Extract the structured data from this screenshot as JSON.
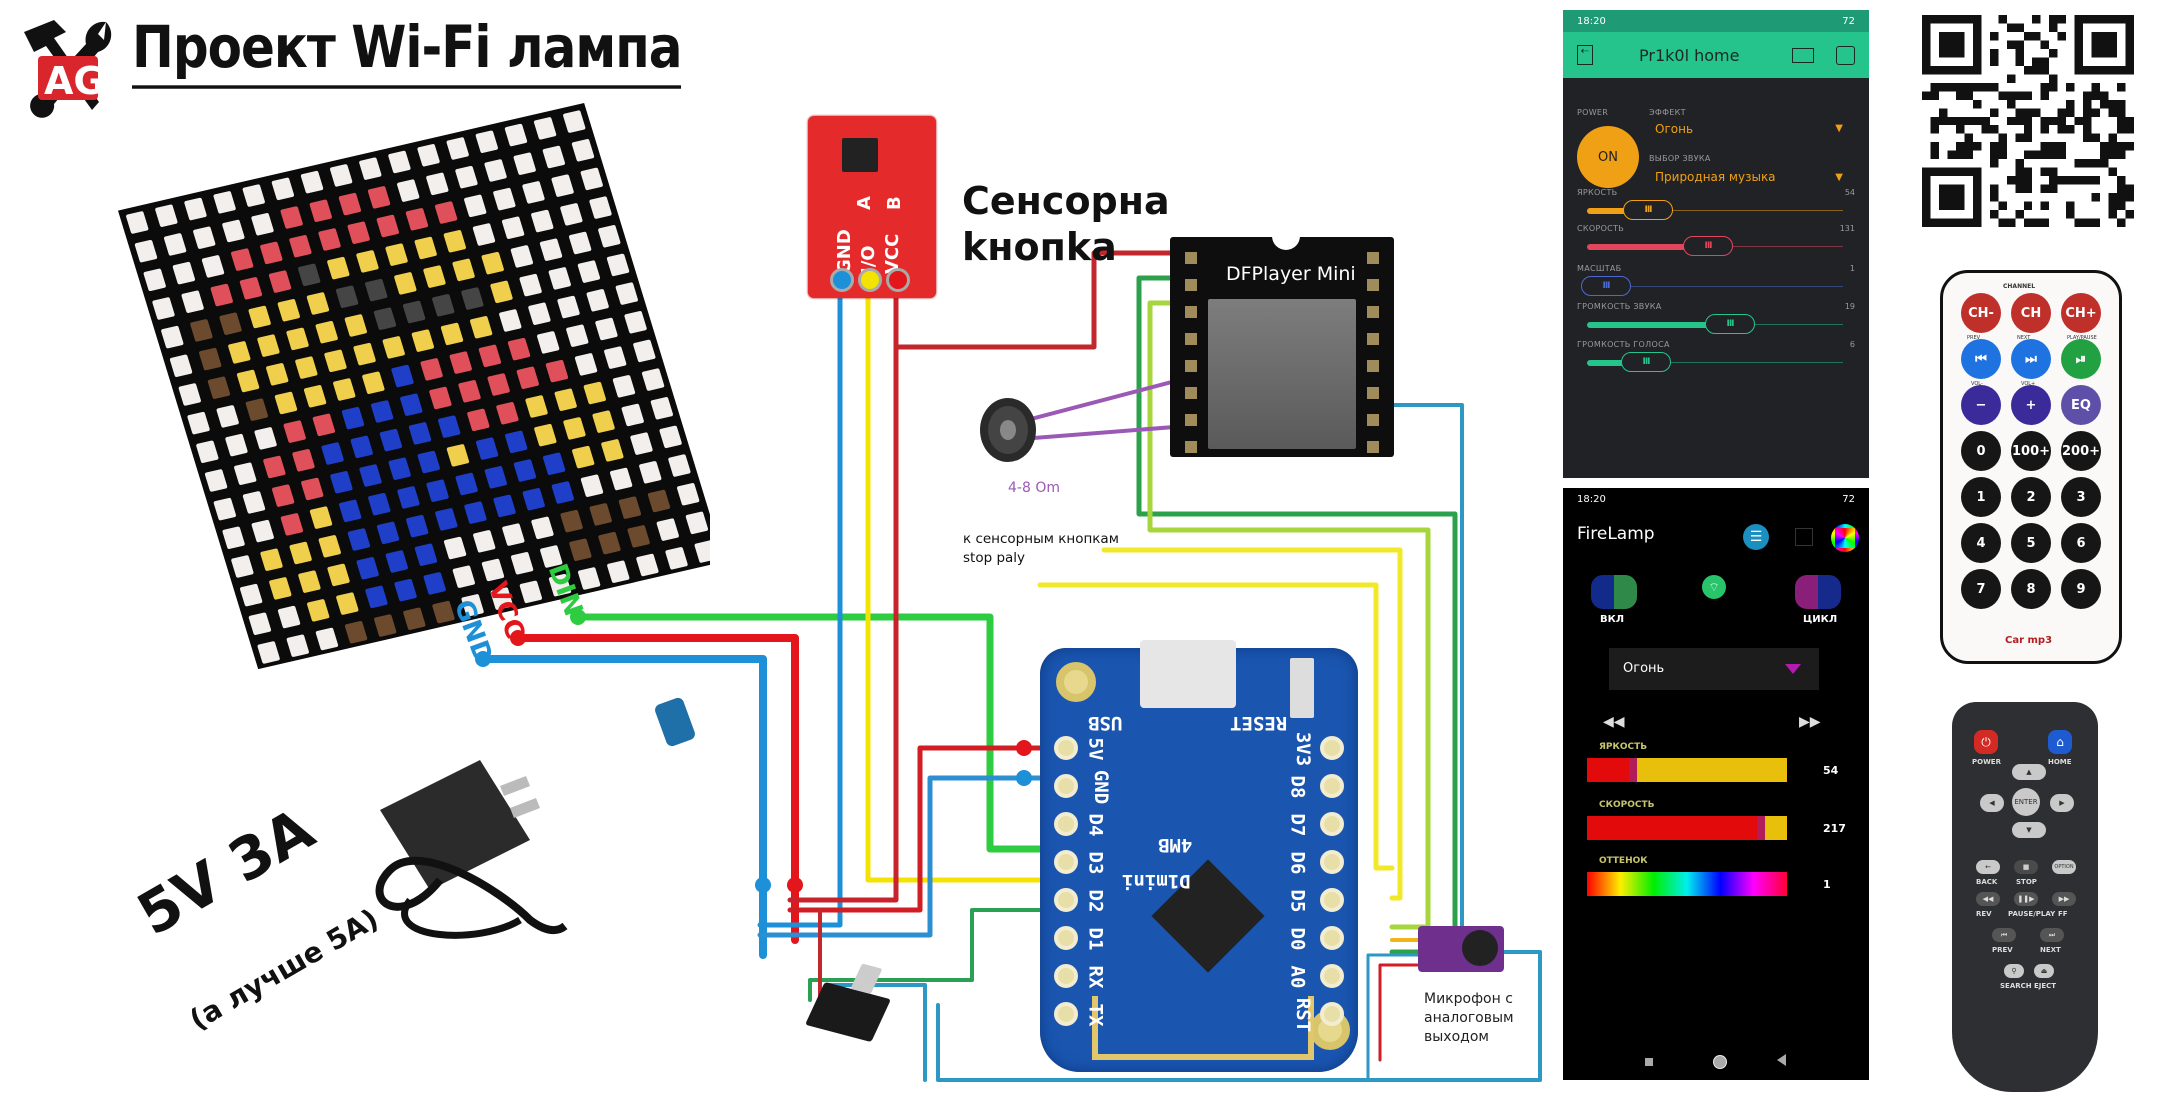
{
  "title": "Проект Wi-Fi лампа",
  "logo_text": "AG",
  "led_matrix": {
    "pins": [
      {
        "label": "DIN",
        "color": "#2ecc40"
      },
      {
        "label": "VCC",
        "color": "#e3161b"
      },
      {
        "label": "GND",
        "color": "#1e90d8"
      }
    ],
    "palette": {
      "w": "#f2efec",
      "r": "#e0505a",
      "y": "#f0cf4c",
      "b": "#1f3fc9",
      "n": "#6b4a2e",
      "k": "#454545"
    },
    "pattern": [
      "wwwwwwwwwwwwwwww",
      "wwwwwrrrrwwwwwww",
      "wwwrrrrrrrrwwwww",
      "wwrrrkyyyyywwwww",
      "wnnyyykkyyyywwww",
      "wnyyyyykkkkywwww",
      "wnyyyyyyyyywwwww",
      "wwnyyyybrrrrwwww",
      "wwwrrbbbrrrrrwww",
      "wwrrbbbbbrryyyww",
      "wwrrbbbbybbyyyww",
      "wwrybbbbbbbbyyww",
      "wyyybbbbbbbbwwww",
      "wyyybbbwwwwnnnnw",
      "wwyybbbwwwwnnnww",
      "wwwnnnnwwwwwwwww"
    ]
  },
  "touch_module": {
    "title_line1": "Сенсорна",
    "title_line2": "kнопka",
    "pins": [
      "GND",
      "I/O",
      "VCC"
    ],
    "jumpers": [
      "A",
      "B"
    ]
  },
  "dfplayer": {
    "label": "DFPlayer Mini"
  },
  "speaker": {
    "label": "4-8 Om"
  },
  "note": {
    "line1": "к сенсорным кнопкам",
    "line2": "stop paly"
  },
  "wemos": {
    "board_label": "D1mini",
    "flash_label": "4MB",
    "usb_label": "USB",
    "reset_label": "RESET",
    "left_pins": [
      "5V",
      "GND",
      "D4",
      "D3",
      "D2",
      "D1",
      "RX",
      "TX"
    ],
    "right_pins": [
      "3V3",
      "D8",
      "D7",
      "D6",
      "D5",
      "D0",
      "A0",
      "RST"
    ]
  },
  "microphone": {
    "line1": "Микрофон с",
    "line2": "аналоговым",
    "line3": "выходом"
  },
  "power": {
    "main": "5V 3A",
    "sub": "(а лучше 5A)"
  },
  "blynk_app": {
    "status_time": "18:20",
    "battery": "72",
    "title": "Pr1k0l home",
    "power_label": "POWER",
    "power_button": "ON",
    "effect_label": "ЭФФЕКТ",
    "effect_value": "Огонь",
    "sound_label": "ВЫБОР ЗВУКА",
    "sound_value": "Природная музыка",
    "sliders": [
      {
        "label": "ЯРКОСТЬ",
        "value": "54",
        "fraction": 0.21,
        "color": "#f0a014"
      },
      {
        "label": "СКОРОСТЬ",
        "value": "131",
        "fraction": 0.51,
        "color": "#e0475d"
      },
      {
        "label": "МАСШТАБ",
        "value": "1",
        "fraction": 0.0,
        "color": "#4a6ad0"
      },
      {
        "label": "ГРОМКОСТЬ ЗВУКА",
        "value": "19",
        "fraction": 0.62,
        "color": "#25c48b"
      },
      {
        "label": "ГРОМКОСТЬ ГОЛОСА",
        "value": "6",
        "fraction": 0.2,
        "color": "#25c48b"
      }
    ]
  },
  "firelamp_app": {
    "status_time": "18:20",
    "battery": "72",
    "title": "FireLamp",
    "toggle_on_label": "ВКЛ",
    "toggle_cycle_label": "ЦИКЛ",
    "effect_value": "Огонь",
    "bars": [
      {
        "label": "ЯРКОСТЬ",
        "value": "54",
        "fraction": 0.21
      },
      {
        "label": "СКОРОСТЬ",
        "value": "217",
        "fraction": 0.85
      },
      {
        "label": "ОТТЕНОК",
        "value": "1",
        "fraction": 0.0
      }
    ]
  },
  "remote_ir": {
    "channel_label": "CHANNEL",
    "rows": [
      [
        {
          "t": "CH-",
          "c": "#c0302a"
        },
        {
          "t": "CH",
          "c": "#c0302a"
        },
        {
          "t": "CH+",
          "c": "#c0302a"
        }
      ],
      [
        {
          "t": "⏮",
          "c": "#1f73e0"
        },
        {
          "t": "⏭",
          "c": "#1f73e0"
        },
        {
          "t": "⏯",
          "c": "#22a143"
        }
      ],
      [
        {
          "t": "−",
          "c": "#3a2a9a"
        },
        {
          "t": "+",
          "c": "#3a2a9a"
        },
        {
          "t": "EQ",
          "c": "#5e4fa8"
        }
      ],
      [
        {
          "t": "0",
          "c": "#161616"
        },
        {
          "t": "100+",
          "c": "#161616"
        },
        {
          "t": "200+",
          "c": "#161616"
        }
      ],
      [
        {
          "t": "1",
          "c": "#161616"
        },
        {
          "t": "2",
          "c": "#161616"
        },
        {
          "t": "3",
          "c": "#161616"
        }
      ],
      [
        {
          "t": "4",
          "c": "#161616"
        },
        {
          "t": "5",
          "c": "#161616"
        },
        {
          "t": "6",
          "c": "#161616"
        }
      ],
      [
        {
          "t": "7",
          "c": "#161616"
        },
        {
          "t": "8",
          "c": "#161616"
        },
        {
          "t": "9",
          "c": "#161616"
        }
      ]
    ],
    "sub_labels_row1": [
      "PREV",
      "NEXT",
      "PLAY/PAUSE"
    ],
    "sub_labels_row2": [
      "VOL-",
      "VOL+"
    ],
    "brand": "Car mp3"
  },
  "remote_media": {
    "power": "POWER",
    "home": "HOME",
    "enter": "ENTER",
    "option": "OPTION",
    "back": "BACK",
    "stop": "STOP",
    "rev": "REV",
    "pause_play": "PAUSE/PLAY",
    "ff": "FF",
    "prev": "PREV",
    "next": "NEXT",
    "search": "SEARCH",
    "eject": "EJECT"
  }
}
